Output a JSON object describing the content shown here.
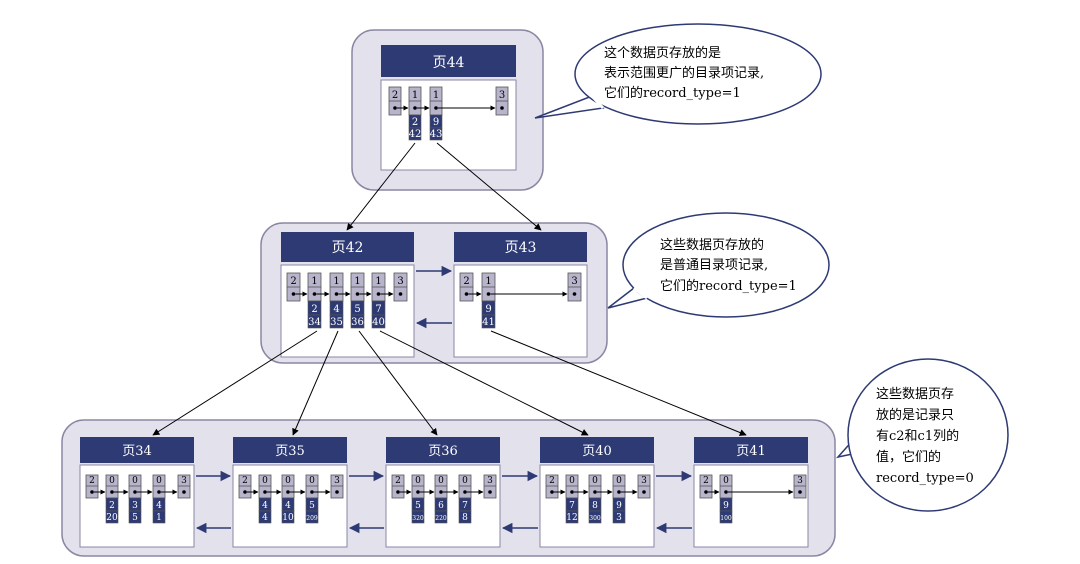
{
  "pages": {
    "p44": {
      "title": "页44",
      "cells": [
        {
          "top": "2"
        },
        {
          "top": "1",
          "k": "2",
          "p": "42"
        },
        {
          "top": "1",
          "k": "9",
          "p": "43"
        },
        {
          "top": "3"
        }
      ]
    },
    "p42": {
      "title": "页42",
      "cells": [
        {
          "top": "2"
        },
        {
          "top": "1",
          "k": "2",
          "p": "34"
        },
        {
          "top": "1",
          "k": "4",
          "p": "35"
        },
        {
          "top": "1",
          "k": "5",
          "p": "36"
        },
        {
          "top": "1",
          "k": "7",
          "p": "40"
        },
        {
          "top": "3"
        }
      ]
    },
    "p43": {
      "title": "页43",
      "cells": [
        {
          "top": "2"
        },
        {
          "top": "1",
          "k": "9",
          "p": "41"
        },
        {
          "top": "3"
        }
      ]
    },
    "p34": {
      "title": "页34",
      "cells": [
        {
          "top": "2"
        },
        {
          "top": "0",
          "k": "2",
          "p": "20"
        },
        {
          "top": "0",
          "k": "3",
          "p": "5"
        },
        {
          "top": "0",
          "k": "4",
          "p": "1"
        },
        {
          "top": "3"
        }
      ]
    },
    "p35": {
      "title": "页35",
      "cells": [
        {
          "top": "2"
        },
        {
          "top": "0",
          "k": "4",
          "p": "4"
        },
        {
          "top": "0",
          "k": "4",
          "p": "10"
        },
        {
          "top": "0",
          "k": "5",
          "p": "209"
        },
        {
          "top": "3"
        }
      ]
    },
    "p36": {
      "title": "页36",
      "cells": [
        {
          "top": "2"
        },
        {
          "top": "0",
          "k": "5",
          "p": "320"
        },
        {
          "top": "0",
          "k": "6",
          "p": "220"
        },
        {
          "top": "0",
          "k": "7",
          "p": "8"
        },
        {
          "top": "3"
        }
      ]
    },
    "p40": {
      "title": "页40",
      "cells": [
        {
          "top": "2"
        },
        {
          "top": "0",
          "k": "7",
          "p": "12"
        },
        {
          "top": "0",
          "k": "8",
          "p": "300"
        },
        {
          "top": "0",
          "k": "9",
          "p": "3"
        },
        {
          "top": "3"
        }
      ]
    },
    "p41": {
      "title": "页41",
      "cells": [
        {
          "top": "2"
        },
        {
          "top": "0",
          "k": "9",
          "p": "100"
        },
        {
          "top": "3"
        }
      ]
    }
  },
  "callouts": {
    "c1": [
      "这个数据页存放的是",
      "表示范围更广的目录项记录,",
      "它们的record_type=1"
    ],
    "c2": [
      "这些数据页存放的",
      "是普通目录项记录,",
      "它们的record_type=1"
    ],
    "c3": [
      "这些数据页存",
      "放的是记录只",
      "有c2和c1列的",
      "值，它们的",
      "record_type=0"
    ]
  },
  "colors": {
    "header": "#2e3a73",
    "group_fill": "#e3e1ec",
    "group_stroke": "#8a87a3",
    "cell": "#b8b4cb",
    "key_cell": "#2e3a73",
    "arrow": "#2e3a73"
  }
}
